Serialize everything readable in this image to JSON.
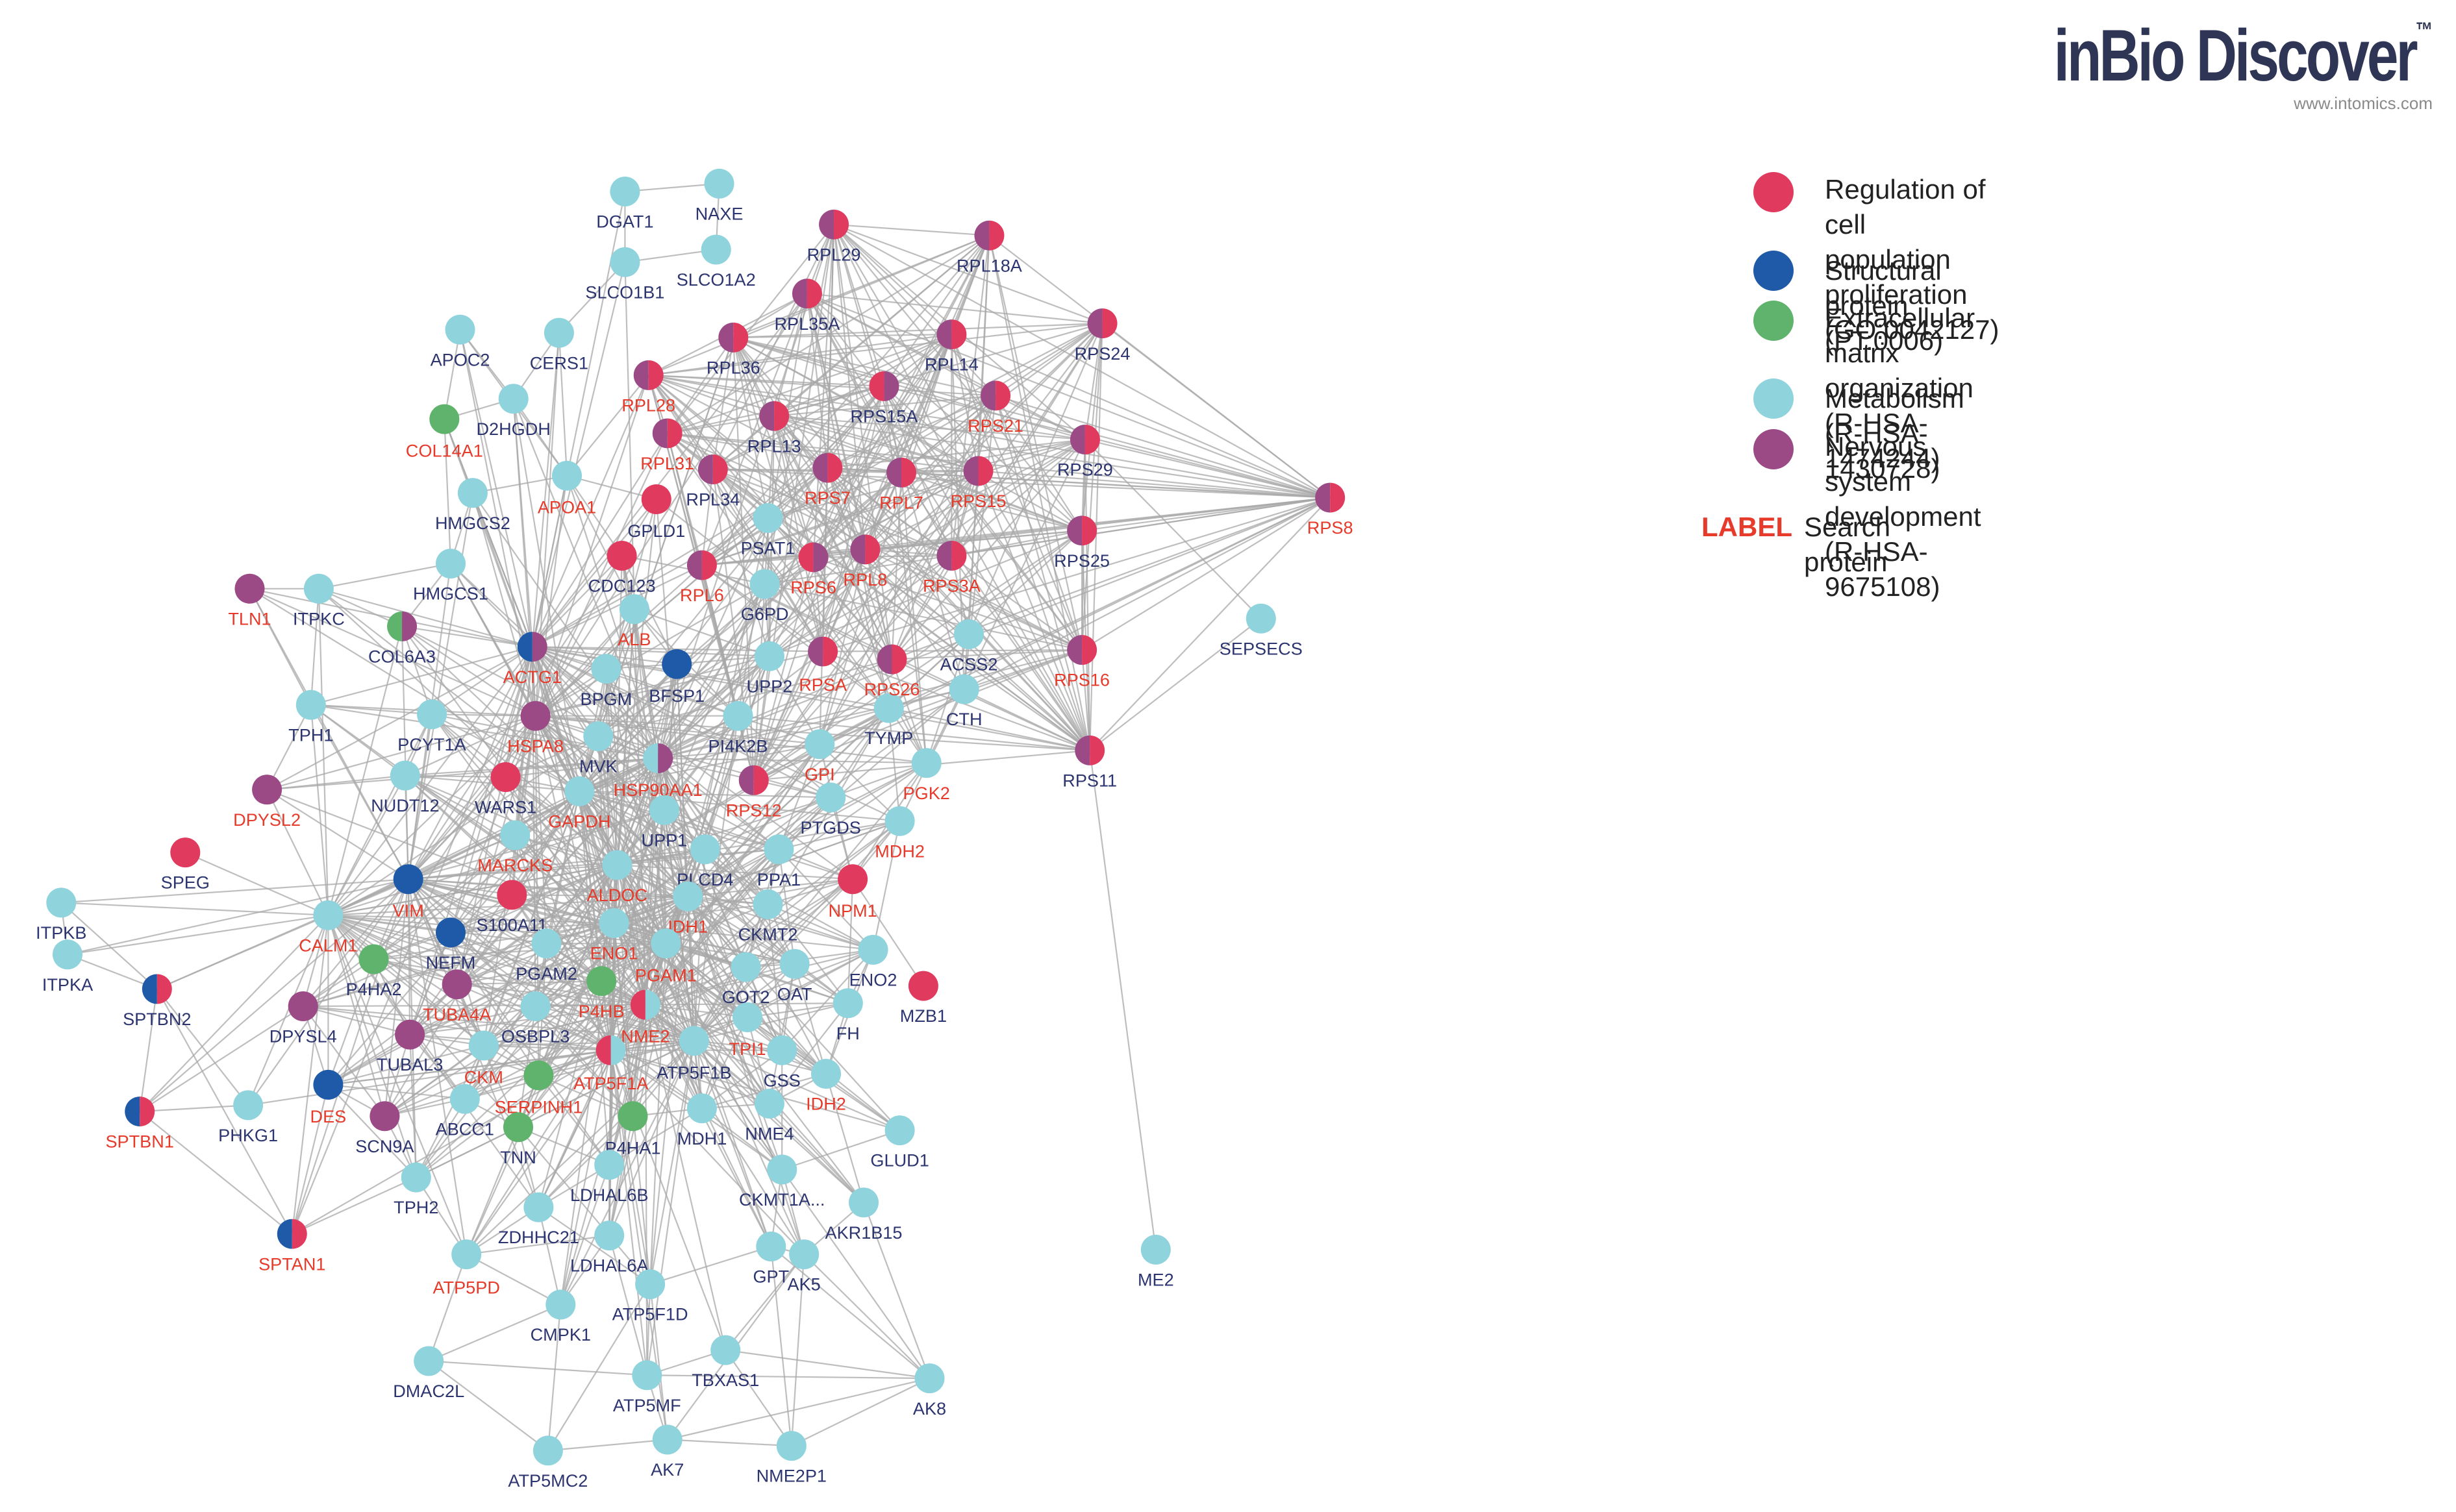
{
  "brand": {
    "title": "inBio Discover",
    "tm": "™",
    "url": "www.intomics.com"
  },
  "colors": {
    "prolif": "#e03a5f",
    "struct": "#1e5aa8",
    "ecm": "#5fb36d",
    "metab": "#8fd3dd",
    "nerv": "#9b4a86",
    "search_label": "#e63a2a",
    "label": "#2d3570",
    "edge": "#a8a8a8"
  },
  "legend": {
    "items": [
      {
        "key": "prolif",
        "color": "#e03a5f",
        "text": "Regulation of cell population\nproliferation (GO:0042127)"
      },
      {
        "key": "struct",
        "color": "#1e5aa8",
        "text": "Structural protein (PT:0006)"
      },
      {
        "key": "ecm",
        "color": "#5fb36d",
        "text": "Extracellular matrix organization\n(R-HSA-1474244)"
      },
      {
        "key": "metab",
        "color": "#8fd3dd",
        "text": "Metabolism (R-HSA-1430728)"
      },
      {
        "key": "nerv",
        "color": "#9b4a86",
        "text": "Nervous system development\n(R-HSA-9675108)"
      }
    ],
    "search_label_key": "LABEL",
    "search_label_text": "Search protein"
  },
  "network": {
    "nodes": [
      {
        "id": "DGAT1",
        "c": [
          "metab"
        ],
        "s": false
      },
      {
        "id": "NAXE",
        "c": [
          "metab"
        ],
        "s": false
      },
      {
        "id": "SLCO1B1",
        "c": [
          "metab"
        ],
        "s": false
      },
      {
        "id": "SLCO1A2",
        "c": [
          "metab"
        ],
        "s": false
      },
      {
        "id": "APOC2",
        "c": [
          "metab"
        ],
        "s": false
      },
      {
        "id": "CERS1",
        "c": [
          "metab"
        ],
        "s": false
      },
      {
        "id": "D2HGDH",
        "c": [
          "metab"
        ],
        "s": false
      },
      {
        "id": "COL14A1",
        "c": [
          "ecm"
        ],
        "s": true
      },
      {
        "id": "APOA1",
        "c": [
          "metab"
        ],
        "s": true
      },
      {
        "id": "HMGCS2",
        "c": [
          "metab"
        ],
        "s": false
      },
      {
        "id": "HMGCS1",
        "c": [
          "metab"
        ],
        "s": false
      },
      {
        "id": "GPLD1",
        "c": [
          "prolif"
        ],
        "s": false
      },
      {
        "id": "CDC123",
        "c": [
          "prolif"
        ],
        "s": false
      },
      {
        "id": "ALB",
        "c": [
          "metab"
        ],
        "s": true
      },
      {
        "id": "TLN1",
        "c": [
          "nerv"
        ],
        "s": true
      },
      {
        "id": "ITPKC",
        "c": [
          "metab"
        ],
        "s": false
      },
      {
        "id": "COL6A3",
        "c": [
          "ecm",
          "nerv"
        ],
        "s": false
      },
      {
        "id": "ACTG1",
        "c": [
          "struct",
          "nerv"
        ],
        "s": true
      },
      {
        "id": "BPGM",
        "c": [
          "metab"
        ],
        "s": false
      },
      {
        "id": "BFSP1",
        "c": [
          "struct"
        ],
        "s": false
      },
      {
        "id": "TPH1",
        "c": [
          "metab"
        ],
        "s": false
      },
      {
        "id": "PCYT1A",
        "c": [
          "metab"
        ],
        "s": false
      },
      {
        "id": "HSPA8",
        "c": [
          "nerv"
        ],
        "s": true
      },
      {
        "id": "MVK",
        "c": [
          "metab"
        ],
        "s": false
      },
      {
        "id": "HSP90AA1",
        "c": [
          "metab",
          "nerv"
        ],
        "s": true
      },
      {
        "id": "PI4K2B",
        "c": [
          "metab"
        ],
        "s": false
      },
      {
        "id": "GPI",
        "c": [
          "metab"
        ],
        "s": true
      },
      {
        "id": "TYMP",
        "c": [
          "metab"
        ],
        "s": false
      },
      {
        "id": "PGK2",
        "c": [
          "metab"
        ],
        "s": true
      },
      {
        "id": "NUDT12",
        "c": [
          "metab"
        ],
        "s": false
      },
      {
        "id": "WARS1",
        "c": [
          "prolif"
        ],
        "s": false
      },
      {
        "id": "GAPDH",
        "c": [
          "metab"
        ],
        "s": true
      },
      {
        "id": "DPYSL2",
        "c": [
          "nerv"
        ],
        "s": true
      },
      {
        "id": "UPP1",
        "c": [
          "metab"
        ],
        "s": false
      },
      {
        "id": "PTGDS",
        "c": [
          "metab"
        ],
        "s": false
      },
      {
        "id": "MDH2",
        "c": [
          "metab"
        ],
        "s": true
      },
      {
        "id": "SPEG",
        "c": [
          "prolif"
        ],
        "s": false
      },
      {
        "id": "MARCKS",
        "c": [
          "metab"
        ],
        "s": true
      },
      {
        "id": "PLCD4",
        "c": [
          "metab"
        ],
        "s": false
      },
      {
        "id": "PPA1",
        "c": [
          "metab"
        ],
        "s": false
      },
      {
        "id": "NPM1",
        "c": [
          "prolif"
        ],
        "s": true
      },
      {
        "id": "VIM",
        "c": [
          "struct"
        ],
        "s": true
      },
      {
        "id": "ALDOC",
        "c": [
          "metab"
        ],
        "s": true
      },
      {
        "id": "S100A11",
        "c": [
          "prolif"
        ],
        "s": false
      },
      {
        "id": "IDH1",
        "c": [
          "metab"
        ],
        "s": true
      },
      {
        "id": "CKMT2",
        "c": [
          "metab"
        ],
        "s": false
      },
      {
        "id": "ITPKB",
        "c": [
          "metab"
        ],
        "s": false
      },
      {
        "id": "CALM1",
        "c": [
          "metab"
        ],
        "s": true
      },
      {
        "id": "NEFM",
        "c": [
          "struct"
        ],
        "s": false
      },
      {
        "id": "ENO1",
        "c": [
          "metab"
        ],
        "s": true
      },
      {
        "id": "PGAM2",
        "c": [
          "metab"
        ],
        "s": false
      },
      {
        "id": "PGAM1",
        "c": [
          "metab"
        ],
        "s": true
      },
      {
        "id": "ENO2",
        "c": [
          "metab"
        ],
        "s": false
      },
      {
        "id": "ITPKA",
        "c": [
          "metab"
        ],
        "s": false
      },
      {
        "id": "P4HA2",
        "c": [
          "ecm"
        ],
        "s": false
      },
      {
        "id": "TUBA4A",
        "c": [
          "nerv"
        ],
        "s": true
      },
      {
        "id": "P4HB",
        "c": [
          "ecm"
        ],
        "s": true
      },
      {
        "id": "GOT2",
        "c": [
          "metab"
        ],
        "s": false
      },
      {
        "id": "OAT",
        "c": [
          "metab"
        ],
        "s": false
      },
      {
        "id": "MZB1",
        "c": [
          "prolif"
        ],
        "s": false
      },
      {
        "id": "SPTBN2",
        "c": [
          "struct",
          "prolif"
        ],
        "s": false
      },
      {
        "id": "DPYSL4",
        "c": [
          "nerv"
        ],
        "s": false
      },
      {
        "id": "NME2",
        "c": [
          "prolif",
          "metab"
        ],
        "s": true
      },
      {
        "id": "FH",
        "c": [
          "metab"
        ],
        "s": false
      },
      {
        "id": "TUBAL3",
        "c": [
          "nerv"
        ],
        "s": false
      },
      {
        "id": "OSBPL3",
        "c": [
          "metab"
        ],
        "s": false
      },
      {
        "id": "TPI1",
        "c": [
          "metab"
        ],
        "s": true
      },
      {
        "id": "CKM",
        "c": [
          "metab"
        ],
        "s": true
      },
      {
        "id": "ATP5F1A",
        "c": [
          "prolif",
          "metab"
        ],
        "s": true
      },
      {
        "id": "ATP5F1B",
        "c": [
          "metab"
        ],
        "s": false
      },
      {
        "id": "GSS",
        "c": [
          "metab"
        ],
        "s": false
      },
      {
        "id": "SPTBN1",
        "c": [
          "struct",
          "prolif"
        ],
        "s": true
      },
      {
        "id": "PHKG1",
        "c": [
          "metab"
        ],
        "s": false
      },
      {
        "id": "DES",
        "c": [
          "struct"
        ],
        "s": true
      },
      {
        "id": "SERPINH1",
        "c": [
          "ecm"
        ],
        "s": true
      },
      {
        "id": "IDH2",
        "c": [
          "metab"
        ],
        "s": true
      },
      {
        "id": "SCN9A",
        "c": [
          "nerv"
        ],
        "s": false
      },
      {
        "id": "ABCC1",
        "c": [
          "metab"
        ],
        "s": false
      },
      {
        "id": "TNN",
        "c": [
          "ecm"
        ],
        "s": false
      },
      {
        "id": "P4HA1",
        "c": [
          "ecm"
        ],
        "s": false
      },
      {
        "id": "MDH1",
        "c": [
          "metab"
        ],
        "s": false
      },
      {
        "id": "NME4",
        "c": [
          "metab"
        ],
        "s": false
      },
      {
        "id": "GLUD1",
        "c": [
          "metab"
        ],
        "s": false
      },
      {
        "id": "TPH2",
        "c": [
          "metab"
        ],
        "s": false
      },
      {
        "id": "LDHAL6B",
        "c": [
          "metab"
        ],
        "s": false
      },
      {
        "id": "CKMT1A...",
        "c": [
          "metab"
        ],
        "s": false
      },
      {
        "id": "ZDHHC21",
        "c": [
          "metab"
        ],
        "s": false
      },
      {
        "id": "AKR1B15",
        "c": [
          "metab"
        ],
        "s": false
      },
      {
        "id": "SPTAN1",
        "c": [
          "struct",
          "prolif"
        ],
        "s": true
      },
      {
        "id": "ME2",
        "c": [
          "metab"
        ],
        "s": false
      },
      {
        "id": "LDHAL6A",
        "c": [
          "metab"
        ],
        "s": false
      },
      {
        "id": "ATP5PD",
        "c": [
          "metab"
        ],
        "s": true
      },
      {
        "id": "GPT",
        "c": [
          "metab"
        ],
        "s": false
      },
      {
        "id": "AK5",
        "c": [
          "metab"
        ],
        "s": false
      },
      {
        "id": "CMPK1",
        "c": [
          "metab"
        ],
        "s": false
      },
      {
        "id": "ATP5F1D",
        "c": [
          "metab"
        ],
        "s": false
      },
      {
        "id": "DMAC2L",
        "c": [
          "metab"
        ],
        "s": false
      },
      {
        "id": "TBXAS1",
        "c": [
          "metab"
        ],
        "s": false
      },
      {
        "id": "ATP5MF",
        "c": [
          "metab"
        ],
        "s": false
      },
      {
        "id": "AK8",
        "c": [
          "metab"
        ],
        "s": false
      },
      {
        "id": "ATP5MC2",
        "c": [
          "metab"
        ],
        "s": false
      },
      {
        "id": "AK7",
        "c": [
          "metab"
        ],
        "s": false
      },
      {
        "id": "NME2P1",
        "c": [
          "metab"
        ],
        "s": false
      },
      {
        "id": "RPL29",
        "c": [
          "nerv",
          "prolif"
        ],
        "s": false
      },
      {
        "id": "RPL18A",
        "c": [
          "nerv",
          "prolif"
        ],
        "s": false
      },
      {
        "id": "RPL35A",
        "c": [
          "nerv",
          "prolif"
        ],
        "s": false
      },
      {
        "id": "RPL36",
        "c": [
          "nerv",
          "prolif"
        ],
        "s": false
      },
      {
        "id": "RPL14",
        "c": [
          "nerv",
          "prolif"
        ],
        "s": false
      },
      {
        "id": "RPS24",
        "c": [
          "nerv",
          "prolif"
        ],
        "s": false
      },
      {
        "id": "RPL28",
        "c": [
          "nerv",
          "prolif"
        ],
        "s": true
      },
      {
        "id": "RPS15A",
        "c": [
          "prolif",
          "nerv"
        ],
        "s": false
      },
      {
        "id": "RPS21",
        "c": [
          "nerv",
          "prolif"
        ],
        "s": true
      },
      {
        "id": "RPL13",
        "c": [
          "nerv",
          "prolif"
        ],
        "s": false
      },
      {
        "id": "RPL31",
        "c": [
          "nerv",
          "prolif"
        ],
        "s": true
      },
      {
        "id": "RPS29",
        "c": [
          "nerv",
          "prolif"
        ],
        "s": false
      },
      {
        "id": "RPS8",
        "c": [
          "nerv",
          "prolif"
        ],
        "s": true
      },
      {
        "id": "RPL34",
        "c": [
          "nerv",
          "prolif"
        ],
        "s": false
      },
      {
        "id": "RPS7",
        "c": [
          "nerv",
          "prolif"
        ],
        "s": true
      },
      {
        "id": "RPL7",
        "c": [
          "nerv",
          "prolif"
        ],
        "s": true
      },
      {
        "id": "RPS15",
        "c": [
          "nerv",
          "prolif"
        ],
        "s": true
      },
      {
        "id": "PSAT1",
        "c": [
          "metab"
        ],
        "s": false
      },
      {
        "id": "RPS25",
        "c": [
          "nerv",
          "prolif"
        ],
        "s": false
      },
      {
        "id": "RPL6",
        "c": [
          "nerv",
          "prolif"
        ],
        "s": true
      },
      {
        "id": "RPS6",
        "c": [
          "prolif",
          "nerv"
        ],
        "s": true
      },
      {
        "id": "RPL8",
        "c": [
          "nerv",
          "prolif"
        ],
        "s": true
      },
      {
        "id": "RPS3A",
        "c": [
          "nerv",
          "prolif"
        ],
        "s": true
      },
      {
        "id": "G6PD",
        "c": [
          "metab"
        ],
        "s": false
      },
      {
        "id": "SEPSECS",
        "c": [
          "metab"
        ],
        "s": false
      },
      {
        "id": "UPP2",
        "c": [
          "metab"
        ],
        "s": false
      },
      {
        "id": "RPSA",
        "c": [
          "nerv",
          "prolif"
        ],
        "s": true
      },
      {
        "id": "RPS26",
        "c": [
          "nerv",
          "prolif"
        ],
        "s": true
      },
      {
        "id": "ACSS2",
        "c": [
          "metab"
        ],
        "s": false
      },
      {
        "id": "RPS16",
        "c": [
          "nerv",
          "prolif"
        ],
        "s": true
      },
      {
        "id": "CTH",
        "c": [
          "metab"
        ],
        "s": false
      },
      {
        "id": "RPS12",
        "c": [
          "nerv",
          "prolif"
        ],
        "s": true
      },
      {
        "id": "RPS11",
        "c": [
          "nerv",
          "prolif"
        ],
        "s": false
      }
    ]
  }
}
